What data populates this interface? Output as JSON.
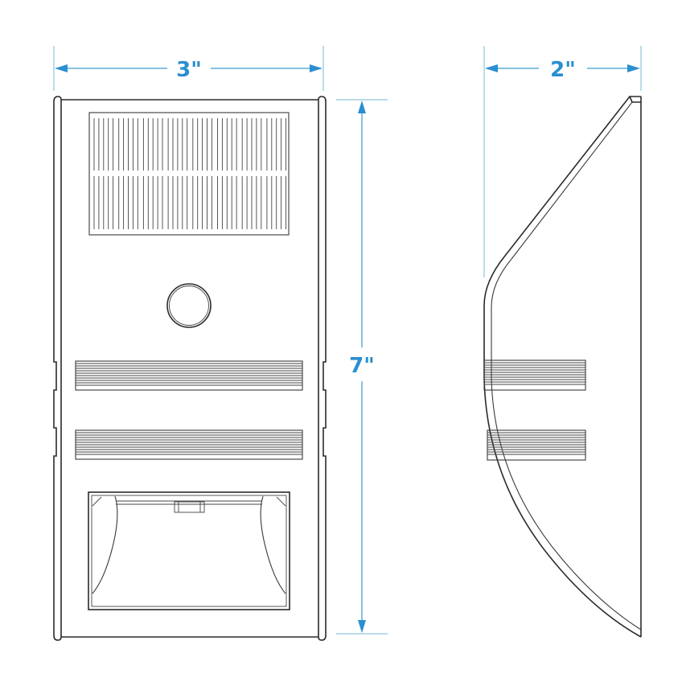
{
  "figure": {
    "subject": "Solar wall light dimension drawing",
    "views": [
      {
        "name": "front-view"
      },
      {
        "name": "side-view"
      }
    ]
  },
  "dimensions": {
    "width": {
      "label": "3\"",
      "value": 3,
      "unit": "in"
    },
    "height": {
      "label": "7\"",
      "value": 7,
      "unit": "in"
    },
    "depth": {
      "label": "2\"",
      "value": 2,
      "unit": "in"
    }
  },
  "colors": {
    "dimension_line": "#3a9ccf",
    "dimension_text": "#2a8fd0",
    "outline": "#2b2b2b",
    "background": "#ffffff"
  },
  "front_view": {
    "components": [
      "solar-panel",
      "motion-sensor",
      "upper-louver",
      "lower-louver",
      "lamp-window"
    ]
  },
  "side_view": {
    "components": [
      "curved-housing",
      "upper-louver-side",
      "lower-louver-side"
    ]
  }
}
